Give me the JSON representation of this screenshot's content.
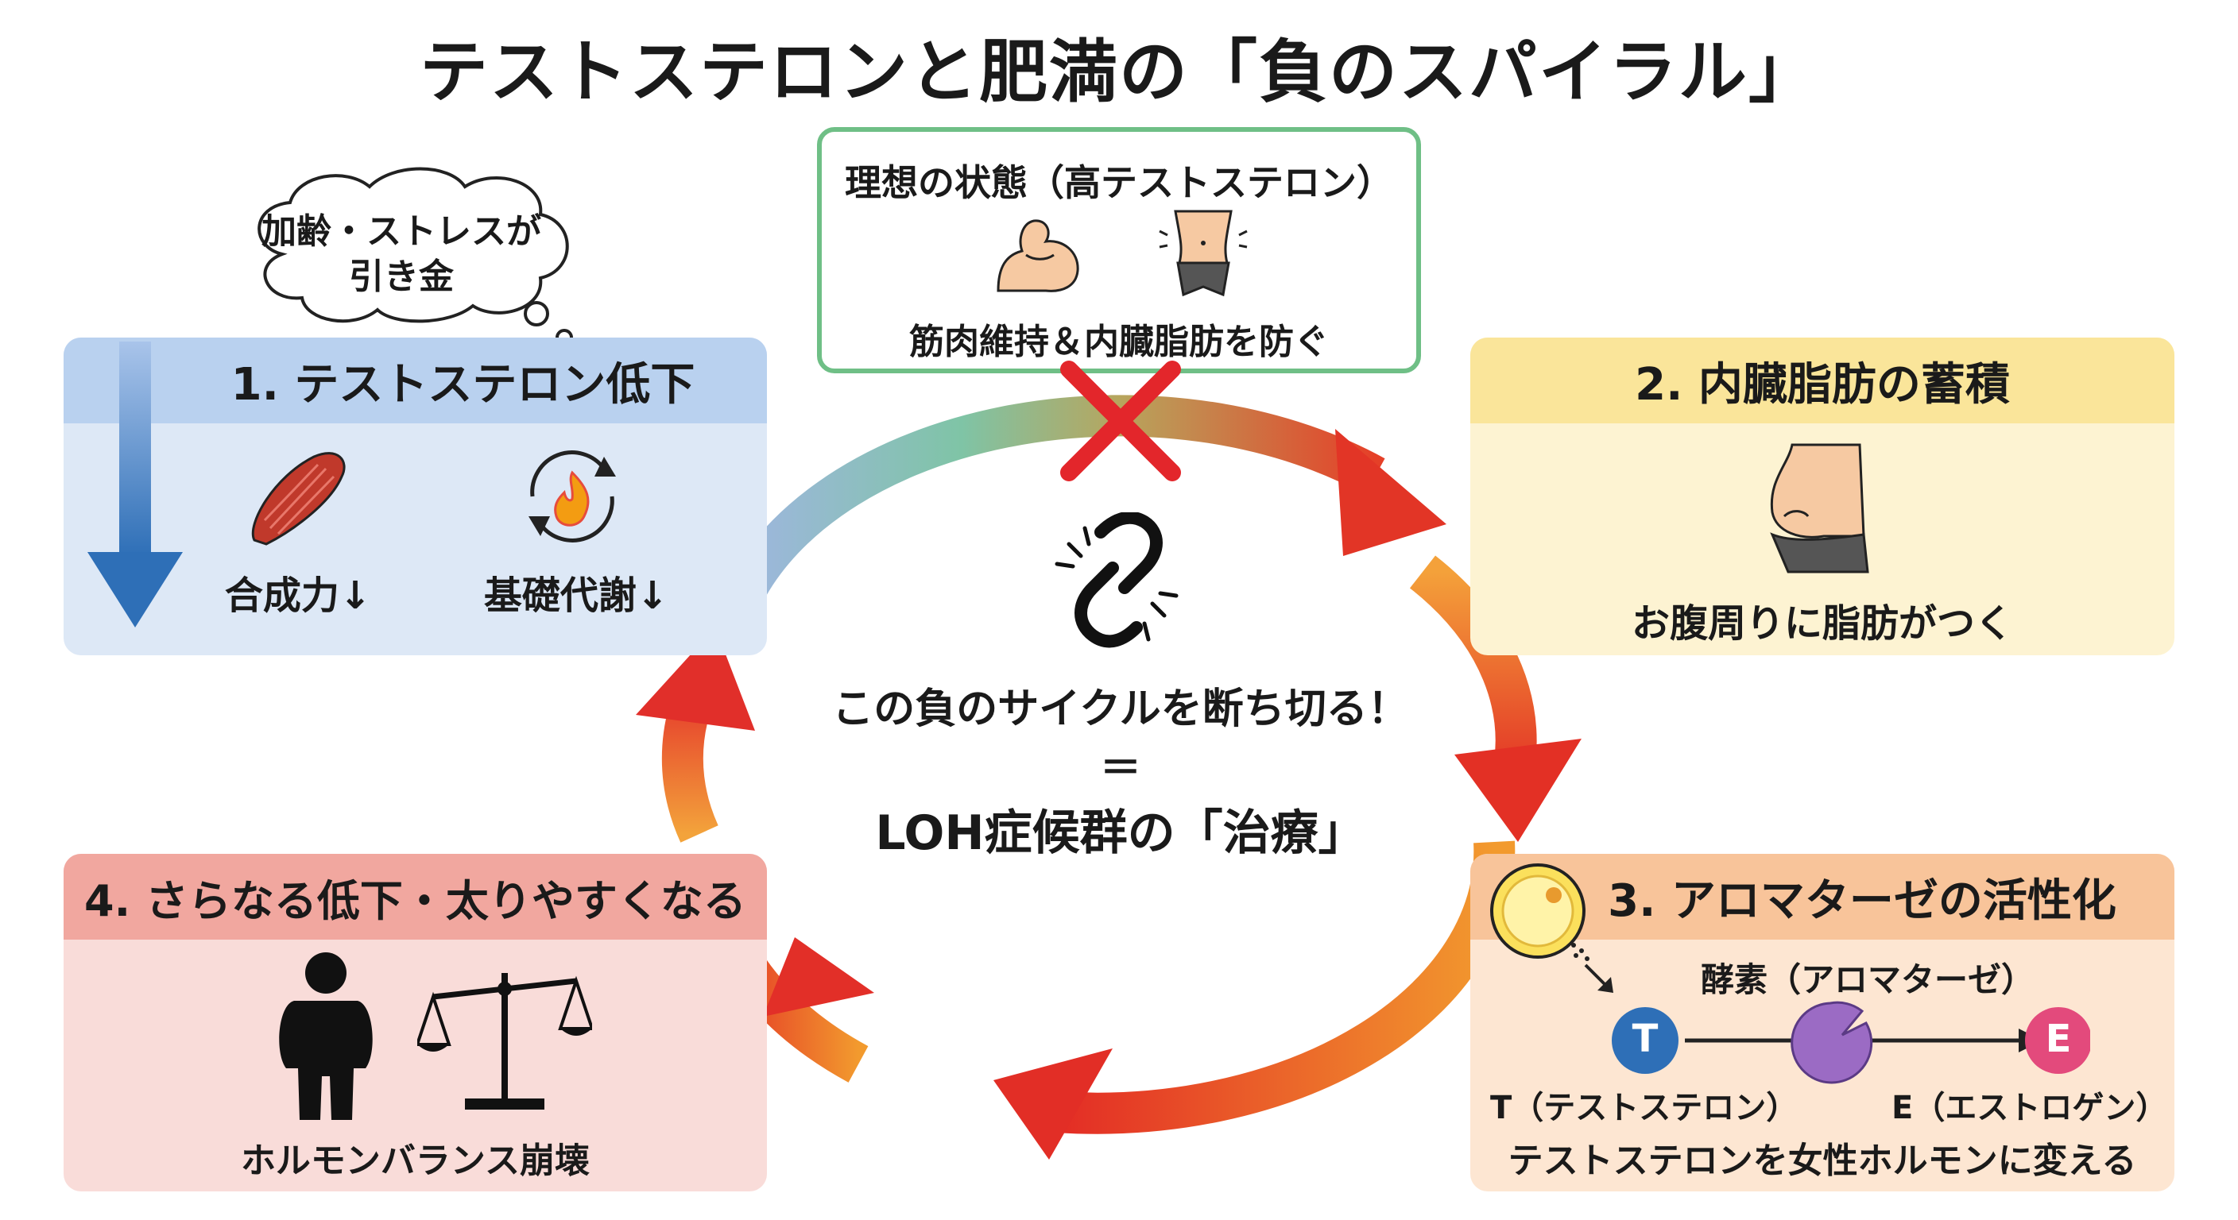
{
  "title": "テストステロンと肥満の「負のスパイラル」",
  "trigger": {
    "line1": "加齢・ストレスが",
    "line2": "引き金"
  },
  "ideal": {
    "title": "理想の状態（高テストステロン）",
    "caption": "筋肉維持＆内臓脂肪を防ぐ"
  },
  "steps": {
    "s1": {
      "title": "1. テストステロン低下",
      "item1": "合成力↓",
      "item2": "基礎代謝↓"
    },
    "s2": {
      "title": "2. 内臓脂肪の蓄積",
      "caption": "お腹周りに脂肪がつく"
    },
    "s3": {
      "title": "3. アロマターゼの活性化",
      "enzyme": "酵素（アロマターゼ）",
      "t_letter": "T",
      "e_letter": "E",
      "t_label": "T（テストステロン）",
      "e_label": "E（エストロゲン）",
      "caption": "テストステロンを女性ホルモンに変える"
    },
    "s4": {
      "title": "4. さらなる低下・太りやすくなる",
      "caption": "ホルモンバランス崩壊"
    }
  },
  "center": {
    "line1": "この負のサイクルを断ち切る！",
    "line2": "＝",
    "line3": "LOH症候群の「治療」"
  },
  "colors": {
    "blue_panel": "#dde8f6",
    "blue_head": "#b9d1ef",
    "yellow_panel": "#fdf3d2",
    "yellow_head": "#fae59a",
    "orange_panel": "#fde6d2",
    "orange_head": "#f8c49a",
    "red_panel": "#f9dcd9",
    "red_head": "#f1a79f",
    "green_border": "#6fbf86",
    "cross": "#e3262b"
  },
  "icons": [
    "trigger-thought-cloud-icon",
    "down-arrow-icon",
    "muscle-icon",
    "metabolism-flame-icon",
    "flexed-arm-icon",
    "slim-waist-icon",
    "red-cross-icon",
    "broken-chain-icon",
    "belly-fat-icon",
    "fat-cell-icon",
    "enzyme-pacman-icon",
    "obese-person-icon",
    "balance-scale-icon",
    "cycle-arrows-icon"
  ]
}
